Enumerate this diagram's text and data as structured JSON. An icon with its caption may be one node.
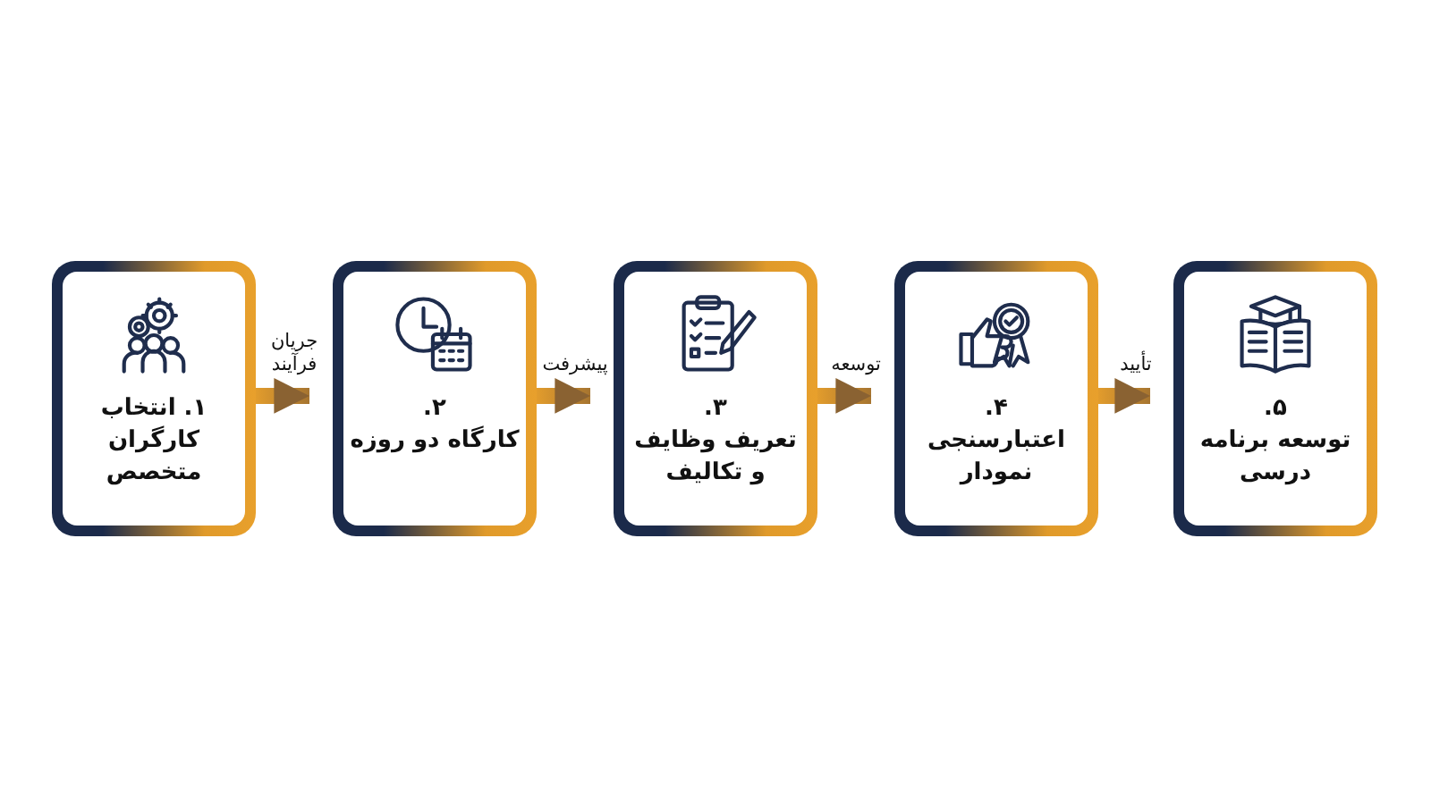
{
  "diagram": {
    "nodes": [
      {
        "text": [
          "۱. انتخاب کارگران متخصص"
        ]
      },
      {
        "text": [
          "۲.",
          "کارگاه دو روزه"
        ]
      },
      {
        "text": [
          "۳.",
          "تعریف وظایف و تکالیف"
        ]
      },
      {
        "text": [
          "۴.",
          "اعتبارسنجی نمودار"
        ]
      },
      {
        "text": [
          "۵.",
          "توسعه برنامه درسی"
        ]
      }
    ],
    "edges": [
      {
        "from": 0,
        "to": 1,
        "arrow": "to",
        "label": "جریان فرآیند"
      },
      {
        "from": 1,
        "to": 2,
        "arrow": "to",
        "label": "پیشرفت"
      },
      {
        "from": 2,
        "to": 3,
        "arrow": "to",
        "label": "توسعه"
      },
      {
        "from": 3,
        "to": 4,
        "arrow": "to",
        "label": "تأیید"
      }
    ]
  }
}
